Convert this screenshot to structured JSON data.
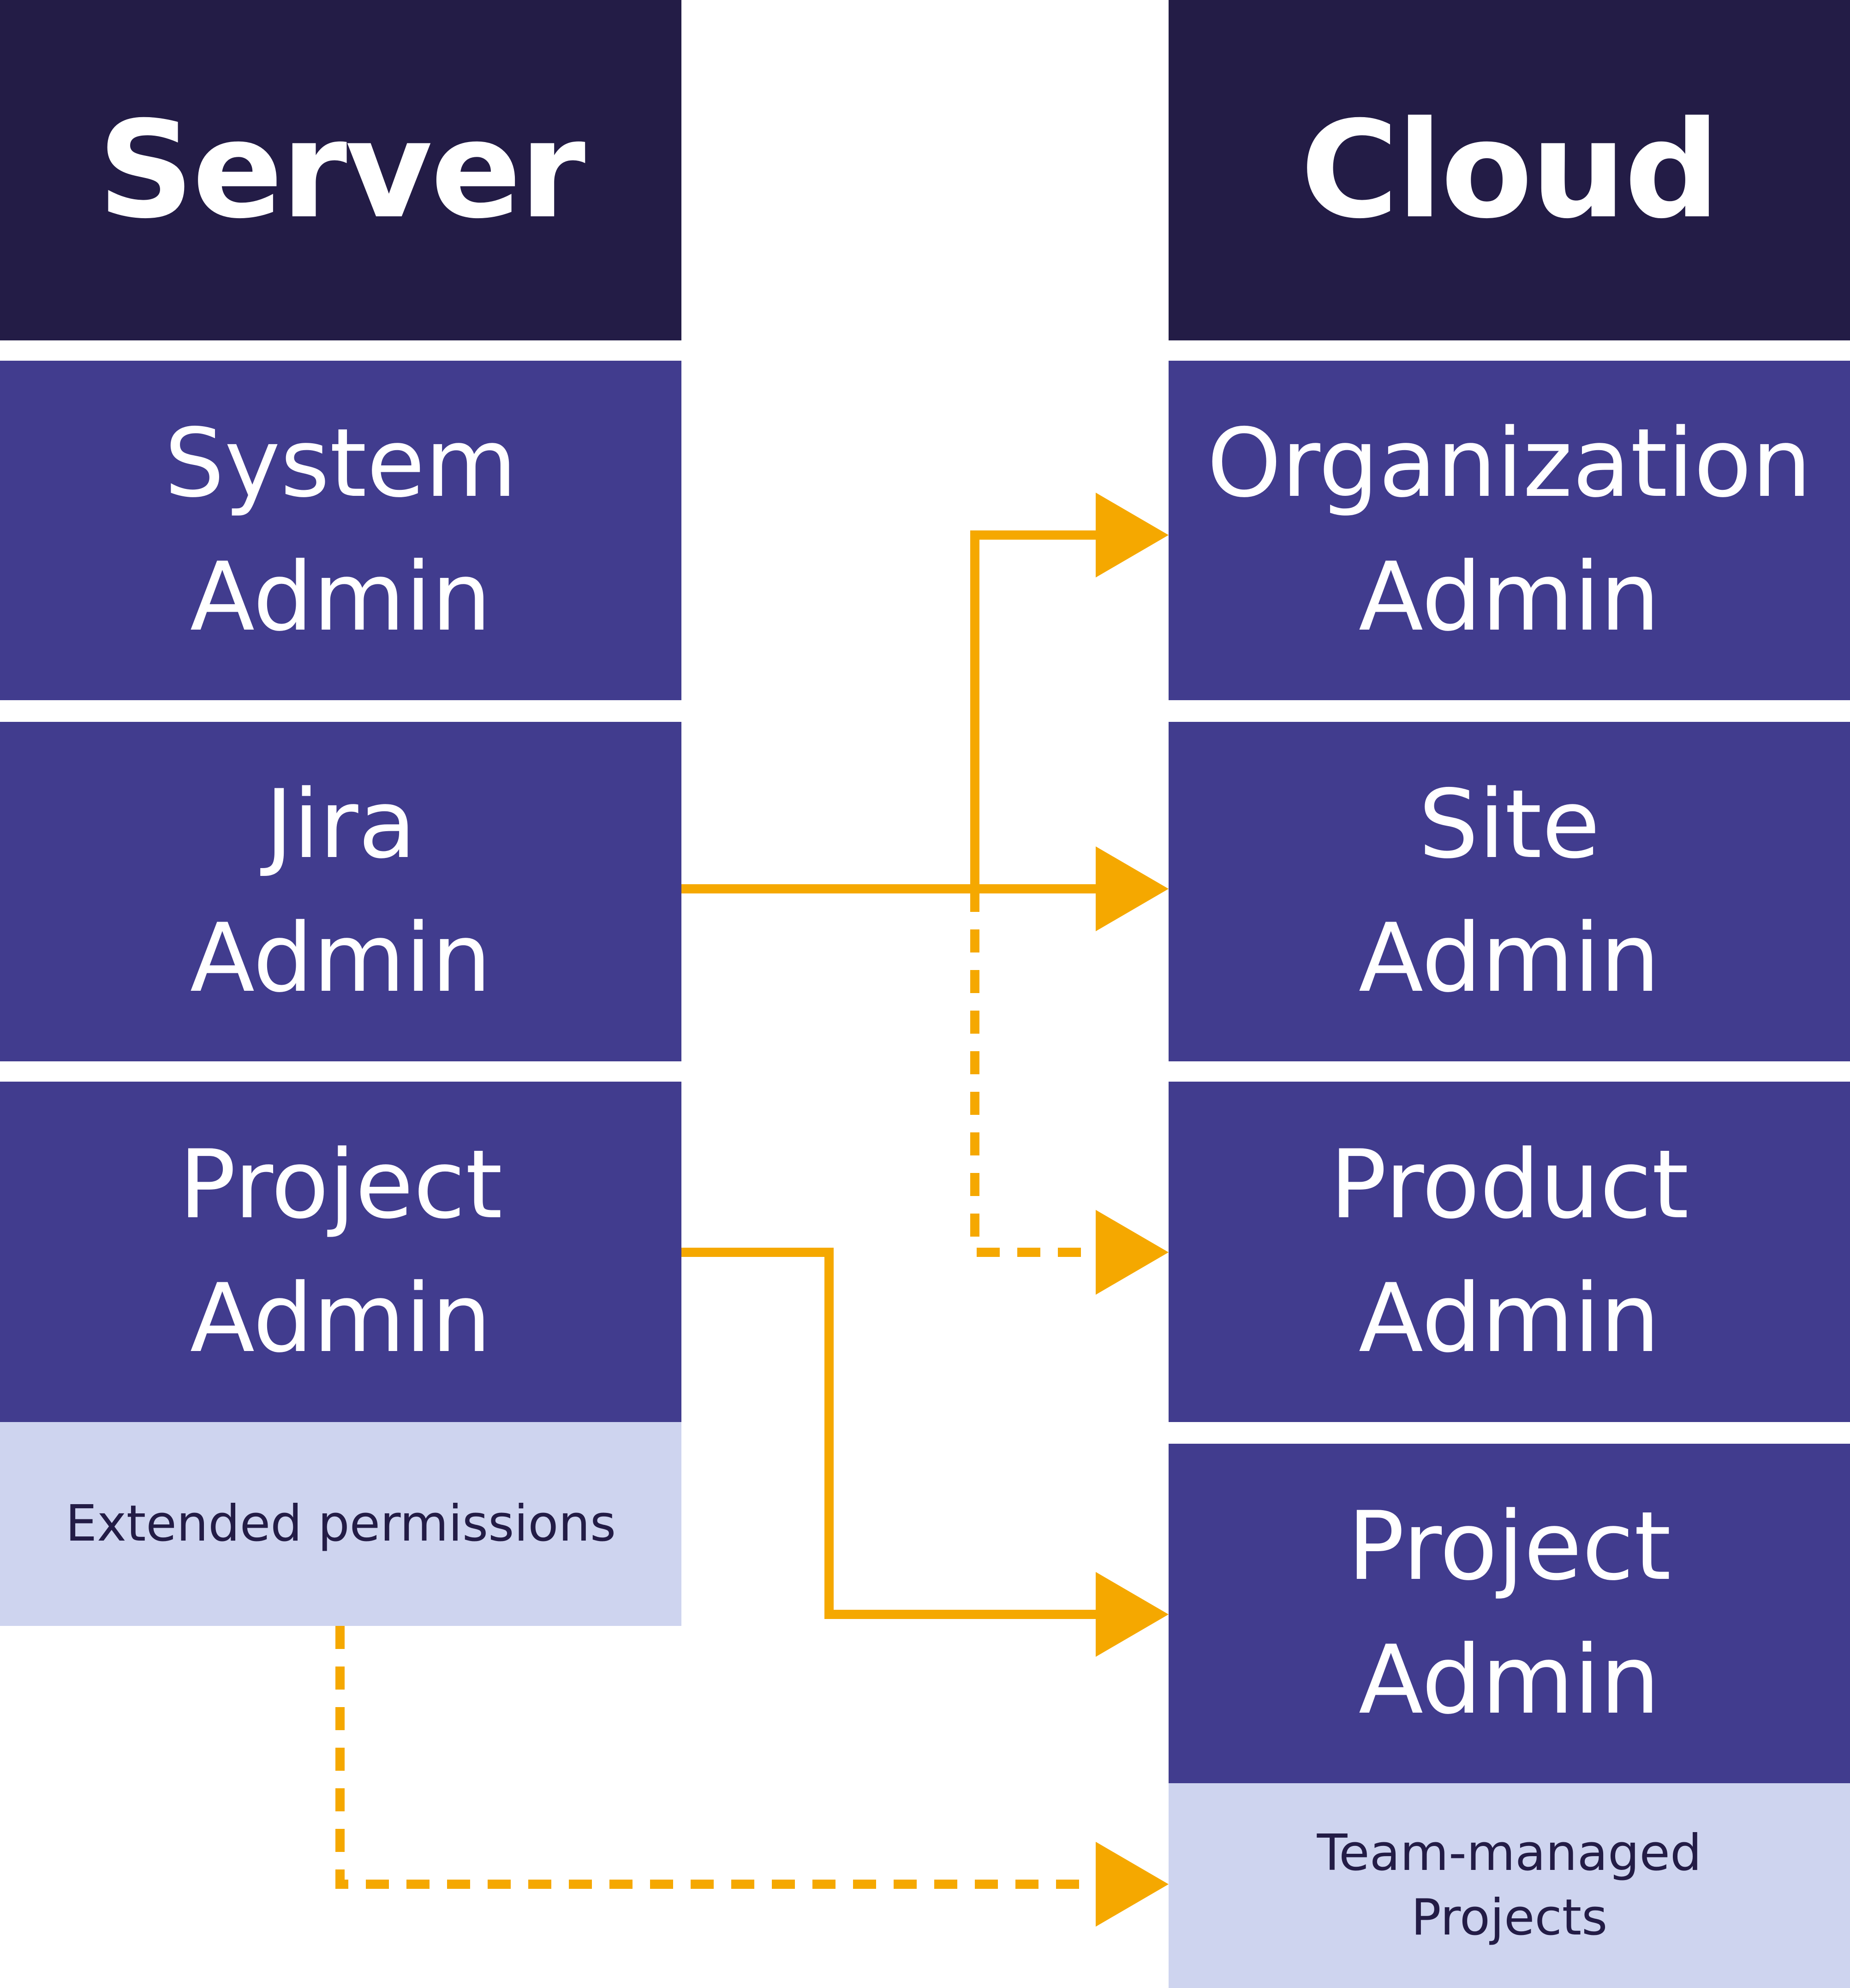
{
  "colors": {
    "header_bg": "#231c46",
    "role_bg": "#413c8e",
    "extension_bg": "#ced4ef",
    "connector": "#f5a800",
    "text_light": "#ffffff",
    "text_dark": "#231c46"
  },
  "server": {
    "title": "Server",
    "roles": [
      {
        "line1": "System",
        "line2": "Admin"
      },
      {
        "line1": "Jira",
        "line2": "Admin"
      },
      {
        "line1": "Project",
        "line2": "Admin"
      }
    ],
    "extension": {
      "line1": "Extended permissions"
    }
  },
  "cloud": {
    "title": "Cloud",
    "roles": [
      {
        "line1": "Organization",
        "line2": "Admin"
      },
      {
        "line1": "Site",
        "line2": "Admin"
      },
      {
        "line1": "Product",
        "line2": "Admin"
      },
      {
        "line1": "Project",
        "line2": "Admin"
      }
    ],
    "extension": {
      "line1": "Team-managed",
      "line2": "Projects"
    }
  },
  "connections": [
    {
      "from": "Jira Admin",
      "to": "Organization Admin",
      "style": "solid"
    },
    {
      "from": "Jira Admin",
      "to": "Site Admin",
      "style": "solid"
    },
    {
      "from": "Jira Admin",
      "to": "Product Admin",
      "style": "dashed"
    },
    {
      "from": "Project Admin",
      "to": "Project Admin",
      "style": "solid"
    },
    {
      "from": "Extended permissions",
      "to": "Team-managed Projects",
      "style": "dashed"
    }
  ]
}
